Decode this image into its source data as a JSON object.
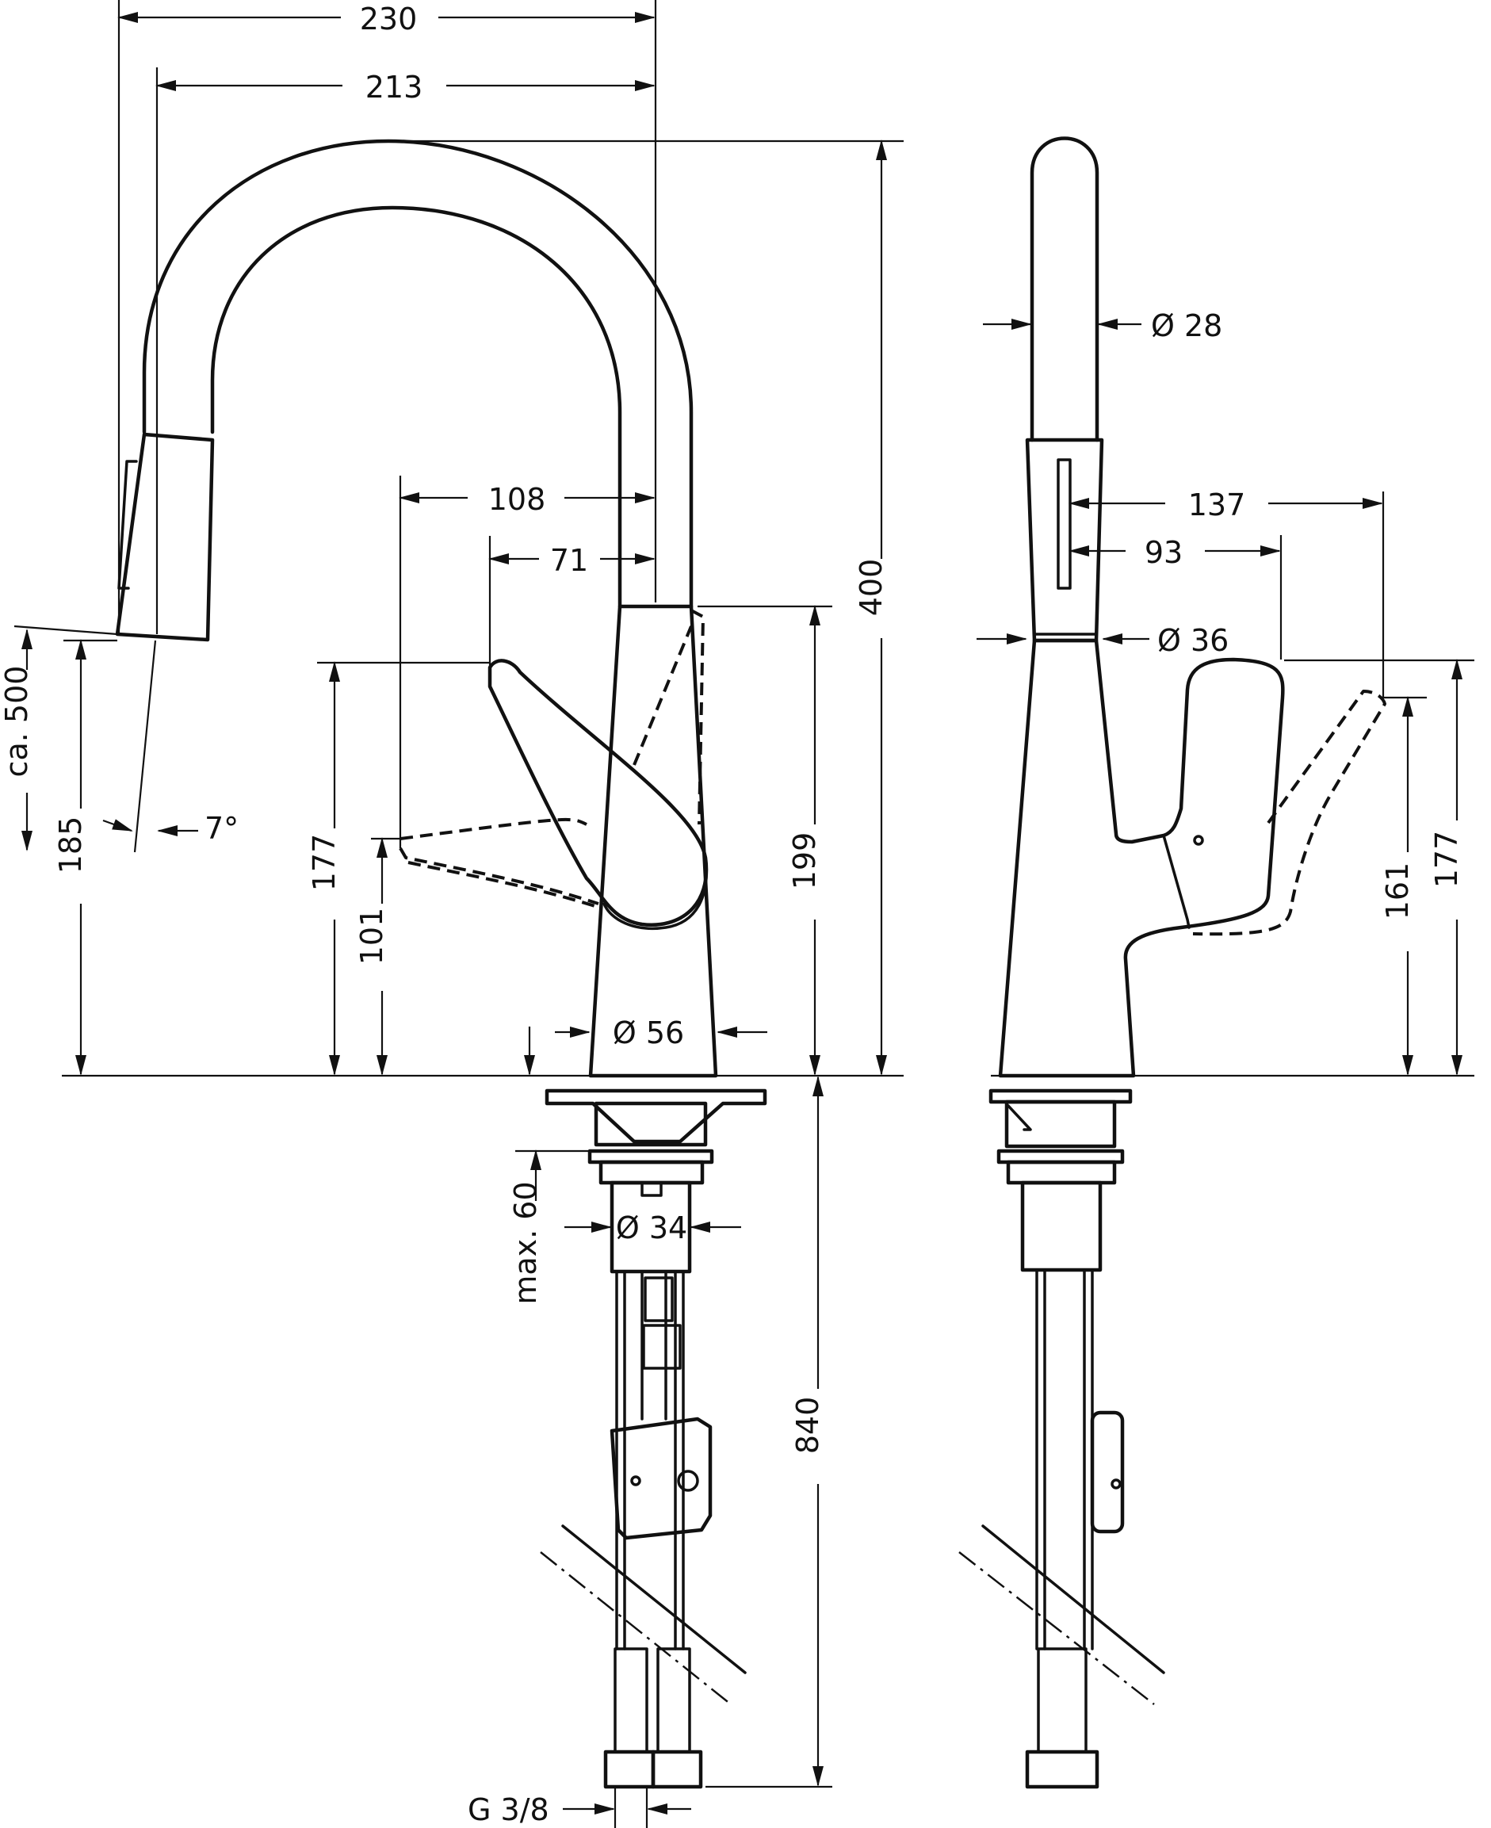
{
  "front_view": {
    "dim_230": "230",
    "dim_213": "213",
    "dim_108": "108",
    "dim_71": "71",
    "dim_400": "400",
    "dim_199": "199",
    "dim_177": "177",
    "dim_101": "101",
    "dim_185": "185",
    "dim_hose": "ca. 500",
    "dim_angle": "7°",
    "dim_base_dia": "Ø 56",
    "dim_shank_dia": "Ø 34",
    "dim_max60": "max. 60",
    "dim_840": "840",
    "dim_thread": "G 3/8"
  },
  "side_view": {
    "dim_spout_dia": "Ø 28",
    "dim_head_dia": "Ø 36",
    "dim_137": "137",
    "dim_93": "93",
    "dim_161": "161",
    "dim_177": "177"
  }
}
